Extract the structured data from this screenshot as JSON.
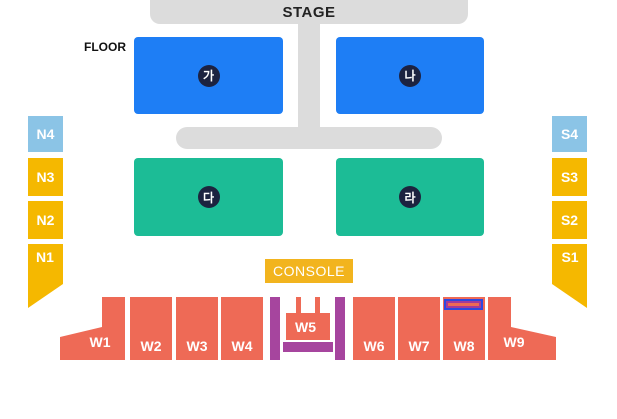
{
  "stage": {
    "label": "STAGE"
  },
  "floor": {
    "label": "FLOOR"
  },
  "floor_sections": [
    {
      "id": "ga",
      "label": "가",
      "color": "#1e7ef5"
    },
    {
      "id": "na",
      "label": "나",
      "color": "#1e7ef5"
    },
    {
      "id": "da",
      "label": "다",
      "color": "#1cbc96"
    },
    {
      "id": "ra",
      "label": "라",
      "color": "#1cbc96"
    }
  ],
  "north_sections": [
    "N4",
    "N3",
    "N2",
    "N1"
  ],
  "south_sections": [
    "S4",
    "S3",
    "S2",
    "S1"
  ],
  "console": {
    "label": "CONSOLE",
    "color": "#f2b41e"
  },
  "west_sections": [
    "W1",
    "W2",
    "W3",
    "W4",
    "W5",
    "W6",
    "W7",
    "W8",
    "W9"
  ],
  "colors": {
    "stage": "#dcdcdc",
    "floor_blue": "#1e7ef5",
    "floor_teal": "#1cbc96",
    "north_south_yellow": "#f5b800",
    "n4_s4_light_blue": "#8bc4e6",
    "west_red": "#ee6a56",
    "w5_purple": "#a6459e",
    "marker_border": "#2d48e0"
  }
}
